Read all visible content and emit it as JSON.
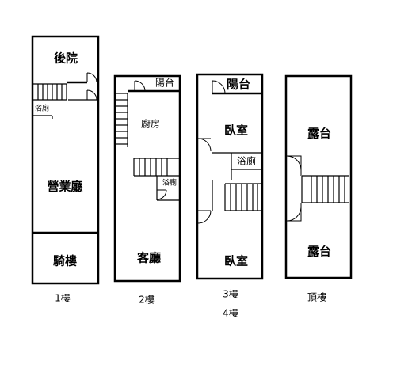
{
  "floors": [
    {
      "label": "1樓",
      "rooms": {
        "back_yard": "後院",
        "bathroom": "浴廁",
        "business_hall": "營業廳",
        "arcade": "騎樓"
      }
    },
    {
      "label": "2樓",
      "rooms": {
        "balcony": "陽台",
        "kitchen": "廚房",
        "bathroom": "浴廁",
        "living_room": "客廳"
      }
    },
    {
      "label": "3樓",
      "label2": "4樓",
      "rooms": {
        "balcony": "陽台",
        "bedroom_top": "臥室",
        "bathroom": "浴廁",
        "bedroom_bottom": "臥室"
      }
    },
    {
      "label": "頂樓",
      "rooms": {
        "terrace_top": "露台",
        "terrace_bottom": "露台"
      }
    }
  ]
}
